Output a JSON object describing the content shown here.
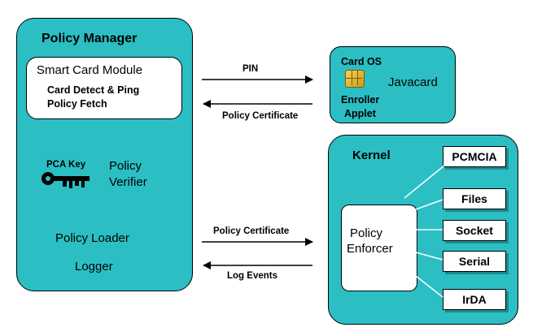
{
  "policy_manager": {
    "title": "Policy Manager",
    "smart_card_module": {
      "title": "Smart Card Module",
      "line1": "Card Detect & Ping",
      "line2": "Policy Fetch"
    },
    "pca_key": "PCA Key",
    "policy_verifier_line1": "Policy",
    "policy_verifier_line2": "Verifier",
    "policy_loader": "Policy Loader",
    "logger": "Logger",
    "key_icon": "key-icon"
  },
  "javacard": {
    "card_os": "Card OS",
    "name": "Javacard",
    "enroller_line1": "Enroller",
    "enroller_line2": "Applet",
    "chip_icon": "smart-card-chip-icon"
  },
  "kernel": {
    "title": "Kernel",
    "enforcer_line1": "Policy",
    "enforcer_line2": "Enforcer",
    "modules": [
      "PCMCIA",
      "Files",
      "Socket",
      "Serial",
      "IrDA"
    ]
  },
  "arrows": {
    "pin": "PIN",
    "policy_certificate_top": "Policy Certificate",
    "policy_certificate_bottom": "Policy Certificate",
    "log_events": "Log Events"
  },
  "colors": {
    "teal": "#2bbfc4",
    "white": "#ffffff",
    "line": "#000000"
  }
}
